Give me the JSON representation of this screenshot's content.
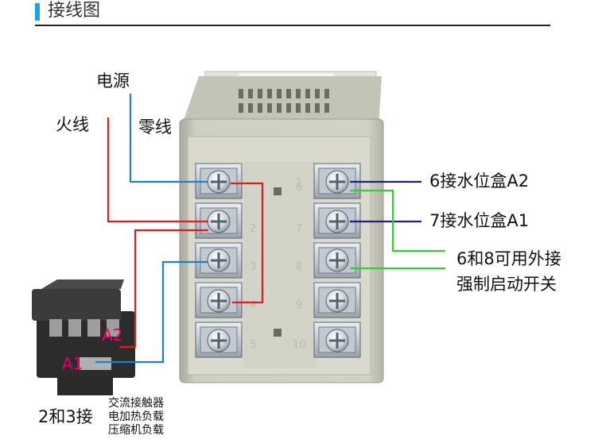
{
  "header": {
    "title": "接线图"
  },
  "labels": {
    "power": "电源",
    "live": "火线",
    "neutral": "零线",
    "t6": "6接水位盒A2",
    "t7": "7接水位盒A1",
    "t68_line1": "6和8可用外接",
    "t68_line2": "强制启动开关",
    "contactor_a1": "A1",
    "contactor_a2": "A2",
    "t23": "2和3接",
    "contactor_desc": [
      "交流接触器",
      "电加热负载",
      "压缩机负载"
    ]
  },
  "terminals": {
    "left": [
      "1",
      "2",
      "3",
      "4",
      "5"
    ],
    "right": [
      "6",
      "7",
      "8",
      "9",
      "10"
    ]
  },
  "colors": {
    "live_wire": "#e21b1b",
    "neutral_wire": "#1e7fd0",
    "sensor_wire": "#1a237e",
    "switch_wire": "#2bd42b",
    "accent": "#1aa3e8",
    "housing": "#cfcfc3"
  }
}
